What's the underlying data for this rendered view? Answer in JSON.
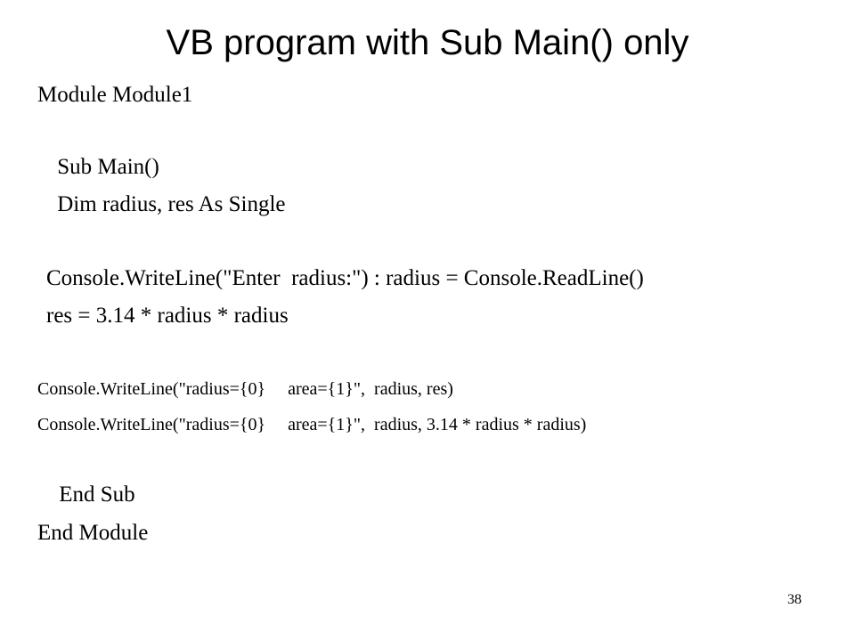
{
  "slide": {
    "title": "VB program with Sub Main() only",
    "code_lines": [
      "Module Module1",
      " Sub Main()",
      " Dim radius, res As Single",
      "Console.WriteLine(\"Enter  radius:\") : radius = Console.ReadLine()",
      "res = 3.14 * radius * radius",
      "Console.WriteLine(\"radius={0}     area={1}\",  radius, res)",
      "Console.WriteLine(\"radius={0}     area={1}\",  radius, 3.14 * radius * radius)",
      " End Sub",
      "End Module"
    ],
    "page_number": "38"
  }
}
